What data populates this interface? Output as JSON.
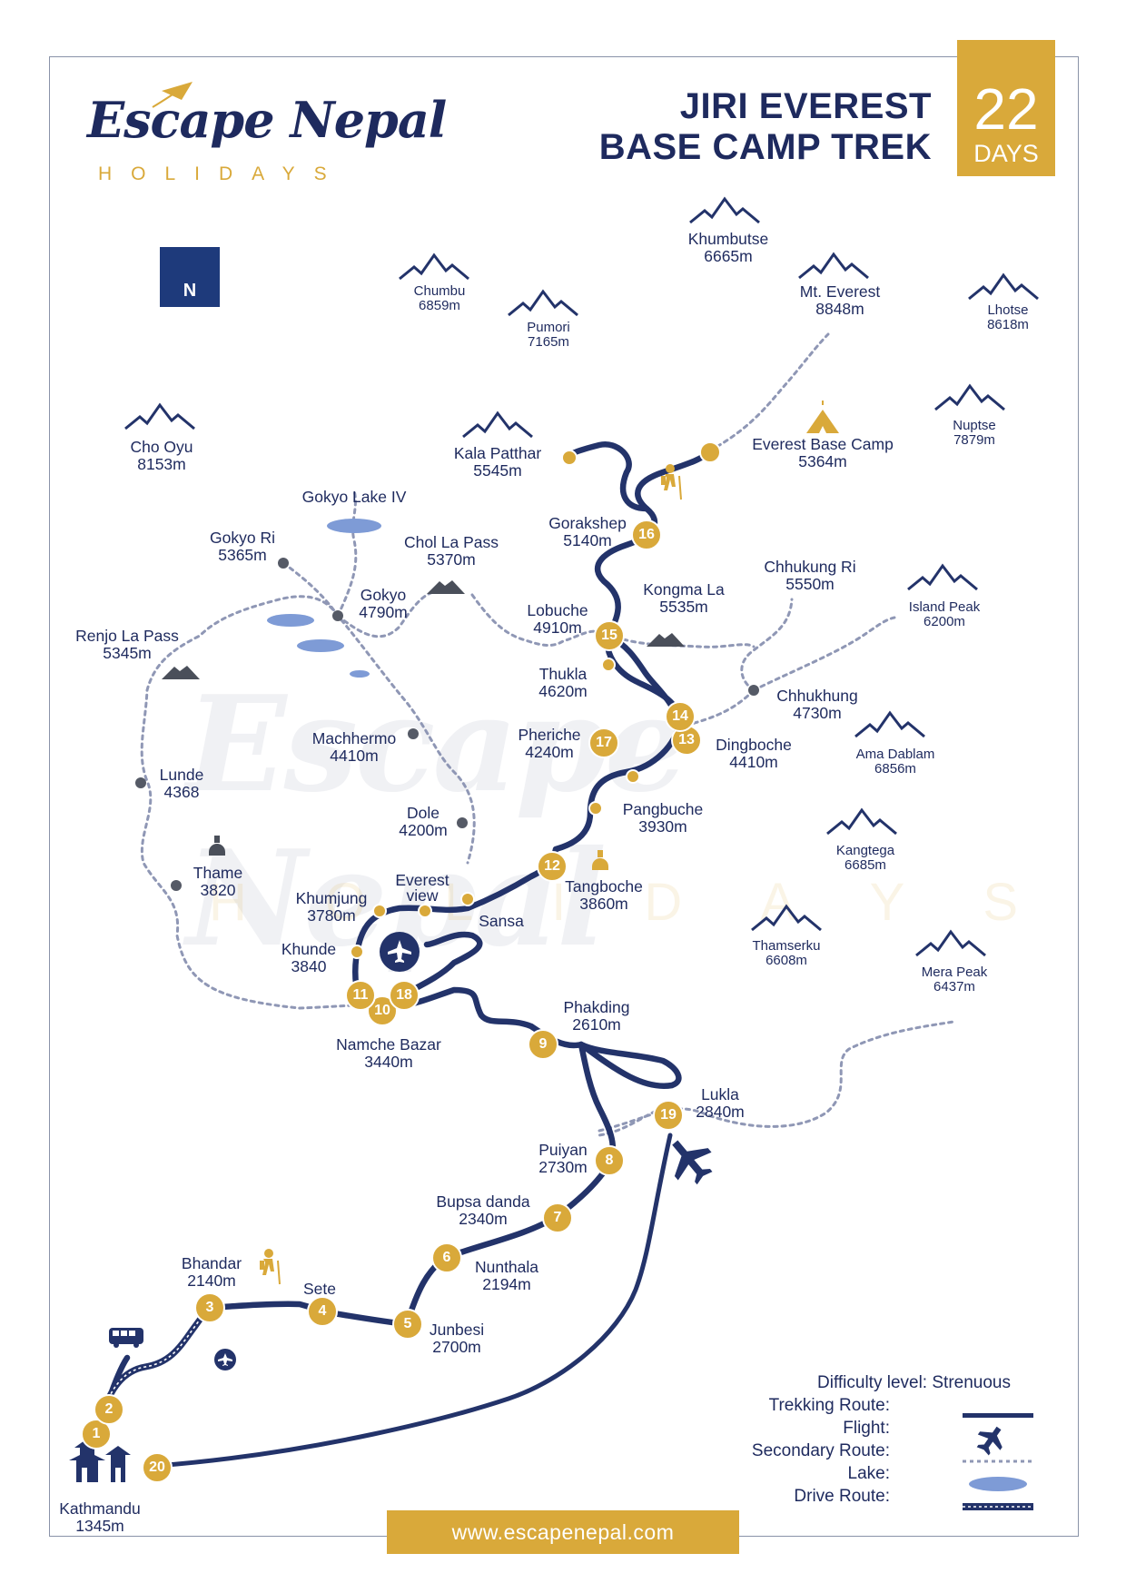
{
  "header": {
    "brand_name": "Escape Nepal",
    "brand_sub": "HOLIDAYS",
    "title_line1": "JIRI EVEREST",
    "title_line2": "BASE CAMP TREK",
    "days_number": "22",
    "days_label": "DAYS",
    "north_label": "N"
  },
  "peaks": [
    {
      "name": "Khumbutse",
      "alt": "6665m"
    },
    {
      "name": "Chumbu",
      "alt": "6859m"
    },
    {
      "name": "Pumori",
      "alt": "7165m"
    },
    {
      "name": "Mt. Everest",
      "alt": "8848m"
    },
    {
      "name": "Lhotse",
      "alt": "8618m"
    },
    {
      "name": "Cho Oyu",
      "alt": "8153m"
    },
    {
      "name": "Kala Patthar",
      "alt": "5545m"
    },
    {
      "name": "Nuptse",
      "alt": "7879m"
    },
    {
      "name": "Island Peak",
      "alt": "6200m"
    },
    {
      "name": "Ama Dablam",
      "alt": "6856m"
    },
    {
      "name": "Kangtega",
      "alt": "6685m"
    },
    {
      "name": "Thamserku",
      "alt": "6608m"
    },
    {
      "name": "Mera Peak",
      "alt": "6437m"
    }
  ],
  "places": [
    {
      "name": "Everest Base Camp",
      "alt": "5364m"
    },
    {
      "name": "Gorakshep",
      "alt": "5140m"
    },
    {
      "name": "Gokyo Lake IV",
      "alt": ""
    },
    {
      "name": "Gokyo Ri",
      "alt": "5365m"
    },
    {
      "name": "Chol La Pass",
      "alt": "5370m"
    },
    {
      "name": "Gokyo",
      "alt": "4790m"
    },
    {
      "name": "Chhukung Ri",
      "alt": "5550m"
    },
    {
      "name": "Kongma La",
      "alt": "5535m"
    },
    {
      "name": "Lobuche",
      "alt": "4910m"
    },
    {
      "name": "Renjo La Pass",
      "alt": "5345m"
    },
    {
      "name": "Thukla",
      "alt": "4620m"
    },
    {
      "name": "Chhukhung",
      "alt": "4730m"
    },
    {
      "name": "Machhermo",
      "alt": "4410m"
    },
    {
      "name": "Pheriche",
      "alt": "4240m"
    },
    {
      "name": "Dingboche",
      "alt": "4410m"
    },
    {
      "name": "Lunde",
      "alt": "4368"
    },
    {
      "name": "Dole",
      "alt": "4200m"
    },
    {
      "name": "Pangbuche",
      "alt": "3930m"
    },
    {
      "name": "Thame",
      "alt": "3820"
    },
    {
      "name": "Khumjung",
      "alt": "3780m"
    },
    {
      "name": "Everest",
      "alt": "view"
    },
    {
      "name": "Tangboche",
      "alt": "3860m"
    },
    {
      "name": "Sansa",
      "alt": ""
    },
    {
      "name": "Khunde",
      "alt": "3840"
    },
    {
      "name": "Phakding",
      "alt": "2610m"
    },
    {
      "name": "Namche Bazar",
      "alt": "3440m"
    },
    {
      "name": "Lukla",
      "alt": "2840m"
    },
    {
      "name": "Puiyan",
      "alt": "2730m"
    },
    {
      "name": "Bupsa danda",
      "alt": "2340m"
    },
    {
      "name": "Bhandar",
      "alt": "2140m"
    },
    {
      "name": "Nunthala",
      "alt": "2194m"
    },
    {
      "name": "Sete",
      "alt": ""
    },
    {
      "name": "Junbesi",
      "alt": "2700m"
    },
    {
      "name": "Kathmandu",
      "alt": "1345m"
    }
  ],
  "stops": [
    "1",
    "2",
    "3",
    "4",
    "5",
    "6",
    "7",
    "8",
    "9",
    "10",
    "11",
    "18",
    "12",
    "13",
    "14",
    "15",
    "16",
    "17",
    "19",
    "20"
  ],
  "legend": {
    "difficulty_label": "Difficulty level:",
    "difficulty_value": "Strenuous",
    "trekking": "Trekking Route:",
    "flight": "Flight:",
    "secondary": "Secondary Route:",
    "lake": "Lake:",
    "drive": "Drive Route:"
  },
  "footer": {
    "url": "www.escapenepal.com"
  },
  "colors": {
    "navy": "#1e2a5e",
    "gold": "#d9a93a",
    "secondary": "#8f97b5",
    "lake": "#7e9bd6"
  }
}
